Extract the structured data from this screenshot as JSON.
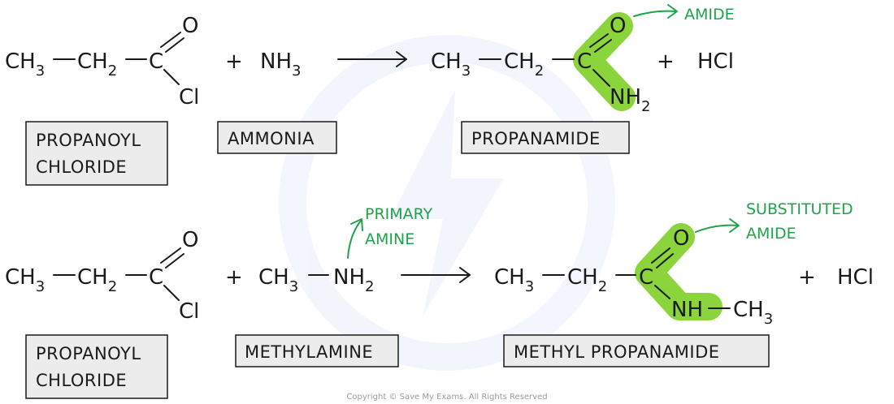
{
  "reaction1": {
    "reactant1": {
      "ch3": "CH",
      "ch3_sub": "3",
      "ch2": "CH",
      "ch2_sub": "2",
      "c": "C",
      "o": "O",
      "cl": "Cl"
    },
    "plus1": "+",
    "reactant2": {
      "nh3": "NH",
      "nh3_sub": "3"
    },
    "product1": {
      "ch3": "CH",
      "ch3_sub": "3",
      "ch2": "CH",
      "ch2_sub": "2",
      "c": "C",
      "o": "O",
      "nh2": "NH",
      "nh2_sub": "2"
    },
    "plus2": "+",
    "product2": "HCl",
    "annotation": "AMIDE",
    "labels": {
      "reactant1_line1": "PROPANOYL",
      "reactant1_line2": "CHLORIDE",
      "reactant2": "AMMONIA",
      "product": "PROPANAMIDE"
    }
  },
  "reaction2": {
    "reactant1": {
      "ch3": "CH",
      "ch3_sub": "3",
      "ch2": "CH",
      "ch2_sub": "2",
      "c": "C",
      "o": "O",
      "cl": "Cl"
    },
    "plus1": "+",
    "reactant2": {
      "ch3": "CH",
      "ch3_sub": "3",
      "nh2": "NH",
      "nh2_sub": "2"
    },
    "product1": {
      "ch3": "CH",
      "ch3_sub": "3",
      "ch2": "CH",
      "ch2_sub": "2",
      "c": "C",
      "o": "O",
      "nh": "NH",
      "ch3b": "CH",
      "ch3b_sub": "3"
    },
    "plus2": "+",
    "product2": "HCl",
    "annotation_primary_line1": "PRIMARY",
    "annotation_primary_line2": "AMINE",
    "annotation_sub_line1": "SUBSTITUTED",
    "annotation_sub_line2": "AMIDE",
    "labels": {
      "reactant1_line1": "PROPANOYL",
      "reactant1_line2": "CHLORIDE",
      "reactant2": "METHYLAMINE",
      "product": "METHYL PROPANAMIDE"
    }
  },
  "copyright": "Copyright © Save My Exams. All Rights Reserved",
  "colors": {
    "highlight": "#8bd43c",
    "annotation": "#1fa34a",
    "label_fill": "#ececec"
  }
}
